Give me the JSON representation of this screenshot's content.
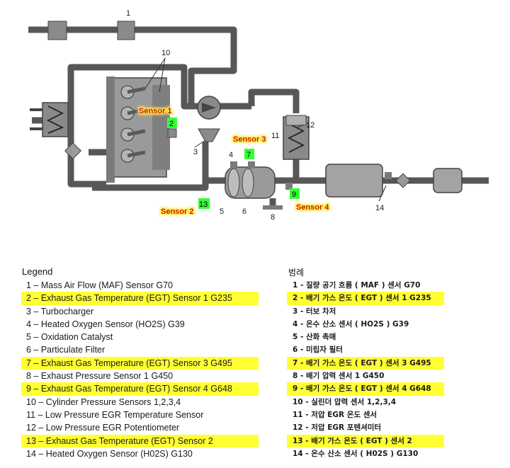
{
  "diagram": {
    "callouts": [
      "1",
      "2",
      "3",
      "4",
      "5",
      "6",
      "7",
      "8",
      "9",
      "10",
      "11",
      "12",
      "13",
      "14"
    ],
    "sensors": [
      "Sensor 1",
      "Sensor 2",
      "Sensor 3",
      "Sensor 4"
    ],
    "colors": {
      "pipe": "#575757",
      "component": "#8a8a8a",
      "sensor_text": "#cc0000",
      "sensor_glow": "#ffe94d",
      "green_tag": "#33ff33",
      "highlight": "#ffff33"
    }
  },
  "legend_en": {
    "title": "Legend",
    "items": [
      {
        "text": "1 – Mass Air Flow (MAF) Sensor G70",
        "highlight": false
      },
      {
        "text": "2 – Exhaust Gas Temperature (EGT) Sensor 1 G235",
        "highlight": true
      },
      {
        "text": "3 – Turbocharger",
        "highlight": false
      },
      {
        "text": "4 – Heated Oxygen Sensor (HO2S) G39",
        "highlight": false
      },
      {
        "text": "5 – Oxidation Catalyst",
        "highlight": false
      },
      {
        "text": "6 – Particulate Filter",
        "highlight": false
      },
      {
        "text": "7 – Exhaust Gas Temperature (EGT) Sensor 3 G495",
        "highlight": true
      },
      {
        "text": "8 – Exhaust Pressure Sensor 1 G450",
        "highlight": false
      },
      {
        "text": "9 – Exhaust Gas Temperature (EGT) Sensor 4 G648",
        "highlight": true
      },
      {
        "text": "10 – Cylinder Pressure Sensors 1,2,3,4",
        "highlight": false
      },
      {
        "text": "11 – Low Pressure EGR Temperature Sensor",
        "highlight": false
      },
      {
        "text": "12 – Low Pressure EGR Potentiometer",
        "highlight": false
      },
      {
        "text": "13 – Exhaust Gas Temperature (EGT) Sensor 2",
        "highlight": true
      },
      {
        "text": "14 – Heated Oxygen Sensor (H02S) G130",
        "highlight": false
      }
    ]
  },
  "legend_ko": {
    "title": "범례",
    "items": [
      {
        "text": "1 - 질량 공기 흐름 ( MAF ) 센서 G70",
        "highlight": false
      },
      {
        "text": "2 - 배기 가스 온도 ( EGT ) 센서 1 G235",
        "highlight": true
      },
      {
        "text": "3 - 터보 차저",
        "highlight": false
      },
      {
        "text": "4 - 온수 산소 센서 ( HO2S ) G39",
        "highlight": false
      },
      {
        "text": "5 - 산화 촉매",
        "highlight": false
      },
      {
        "text": "6 - 미립자 필터",
        "highlight": false
      },
      {
        "text": "7 - 배기 가스 온도 ( EGT ) 센서 3 G495",
        "highlight": true
      },
      {
        "text": "8 - 배기 압력 센서 1 G450",
        "highlight": false
      },
      {
        "text": "9 - 배기 가스 온도 ( EGT ) 센서 4 G648",
        "highlight": true
      },
      {
        "text": "10 - 실린더 압력 센서 1,2,3,4",
        "highlight": false
      },
      {
        "text": "11 - 저압 EGR 온도 센서",
        "highlight": false
      },
      {
        "text": "12 - 저압 EGR 포텐셔미터",
        "highlight": false
      },
      {
        "text": "13 - 배기 가스 온도 ( EGT ) 센서 2",
        "highlight": true
      },
      {
        "text": "14 - 온수 산소 센서 ( H02S ) G130",
        "highlight": false
      }
    ]
  }
}
